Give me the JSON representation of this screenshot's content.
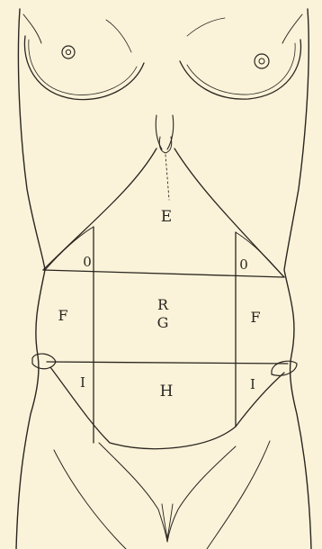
{
  "colors": {
    "paper": "#fbf3d9",
    "ink": "#2a2520"
  },
  "labels": {
    "epigastric": "E",
    "hypochondriac_left": "0",
    "hypochondriac_right": "0",
    "umbilical_top": "R",
    "umbilical_bottom": "G",
    "lumbar_left": "F",
    "lumbar_right": "F",
    "iliac_left": "I",
    "iliac_right": "I",
    "hypogastric": "H"
  }
}
